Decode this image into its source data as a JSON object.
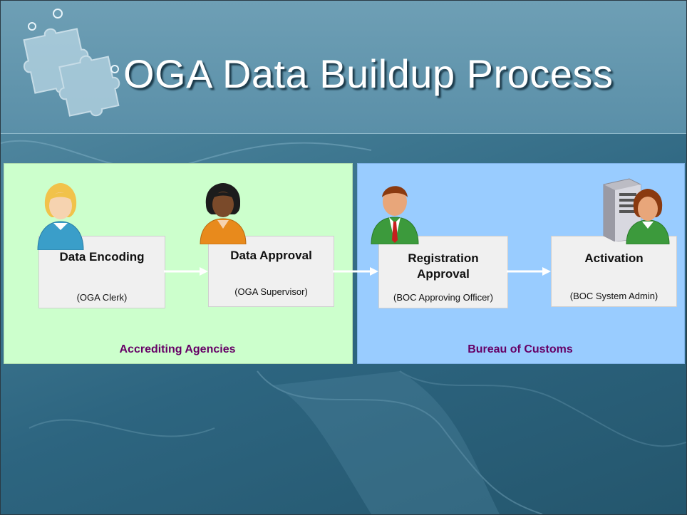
{
  "title": "OGA Data Buildup Process",
  "groups": {
    "left": "Accrediting Agencies",
    "right": "Bureau of Customs"
  },
  "steps": [
    {
      "title": "Data Encoding",
      "role": "(OGA Clerk)"
    },
    {
      "title": "Data Approval",
      "role": "(OGA Supervisor)"
    },
    {
      "title": "Registration Approval",
      "role": "(BOC Approving Officer)"
    },
    {
      "title": "Activation",
      "role": "(BOC System Admin)"
    }
  ],
  "icons": [
    "puzzle-logo-icon",
    "female-user-icon",
    "supervisor-user-icon",
    "male-officer-icon",
    "server-icon",
    "admin-user-icon"
  ]
}
